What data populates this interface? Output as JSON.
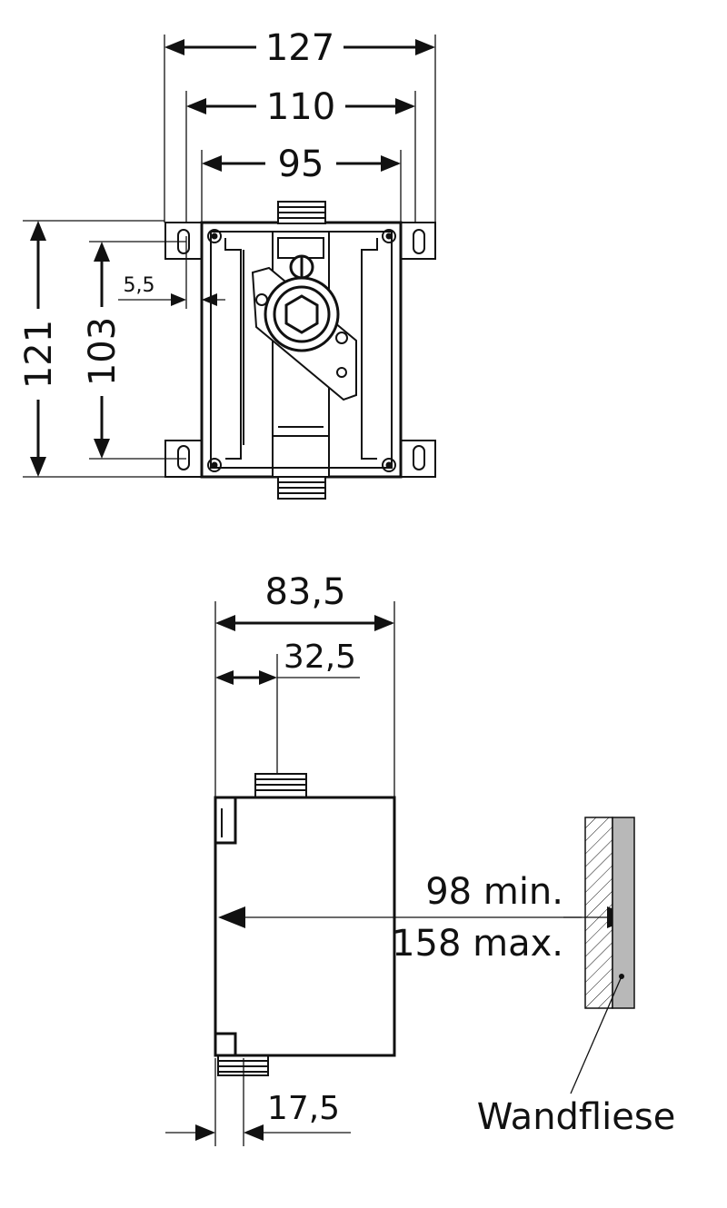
{
  "top_view": {
    "dims": {
      "width_outer": "127",
      "width_mid": "110",
      "width_inner": "95",
      "height_outer": "121",
      "height_inner": "103",
      "offset": "5,5"
    }
  },
  "side_view": {
    "dims": {
      "depth": "83,5",
      "connection_offset": "32,5",
      "bottom_offset": "17,5",
      "wall_min": "98 min.",
      "wall_max": "158 max."
    },
    "tile_label": "Wandfliese"
  },
  "colors": {
    "line": "#111111",
    "tile": "#b8b8b8",
    "background": "#ffffff"
  }
}
